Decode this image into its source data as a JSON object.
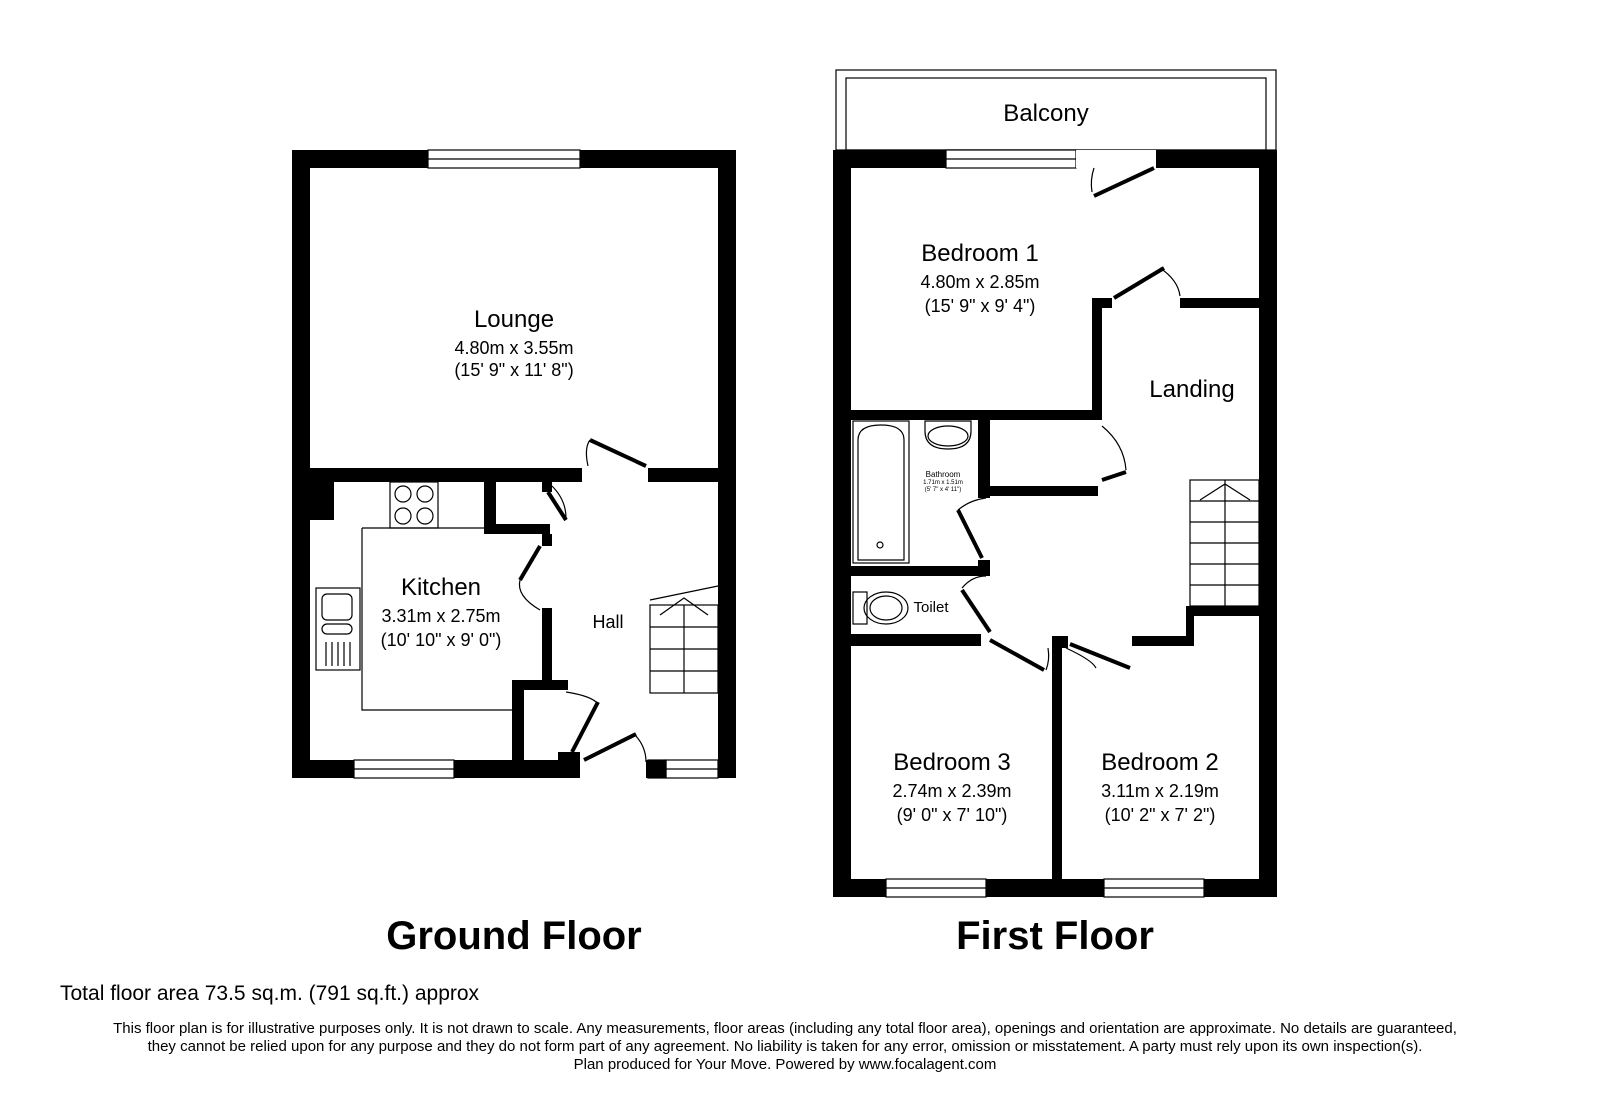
{
  "ground_floor": {
    "title": "Ground Floor",
    "rooms": [
      {
        "name": "Lounge",
        "metric": "4.80m x 3.55m",
        "imperial": "(15' 9\" x 11' 8\")"
      },
      {
        "name": "Kitchen",
        "metric": "3.31m x 2.75m",
        "imperial": "(10' 10\" x 9' 0\")"
      },
      {
        "name": "Hall"
      }
    ]
  },
  "first_floor": {
    "title": "First Floor",
    "rooms": [
      {
        "name": "Balcony"
      },
      {
        "name": "Bedroom 1",
        "metric": "4.80m x 2.85m",
        "imperial": "(15' 9\" x 9' 4\")"
      },
      {
        "name": "Landing"
      },
      {
        "name": "Bathroom",
        "metric": "1.71m x 1.51m",
        "imperial": "(5' 7\" x 4' 11\")"
      },
      {
        "name": "Toilet"
      },
      {
        "name": "Bedroom 3",
        "metric": "2.74m x 2.39m",
        "imperial": "(9' 0\" x 7' 10\")"
      },
      {
        "name": "Bedroom 2",
        "metric": "3.11m x 2.19m",
        "imperial": "(10' 2\" x 7' 2\")"
      }
    ]
  },
  "total_area": "Total floor area 73.5 sq.m. (791 sq.ft.) approx",
  "disclaimer": [
    "This floor plan is for illustrative purposes only. It is not drawn to scale. Any measurements, floor areas (including any total floor area), openings and orientation are approximate. No details are guaranteed,",
    "they cannot be relied upon for any purpose and they do not form part of any agreement. No liability is taken for any error, omission or misstatement. A party must rely upon its own inspection(s).",
    "Plan produced for Your Move. Powered by www.focalagent.com"
  ]
}
